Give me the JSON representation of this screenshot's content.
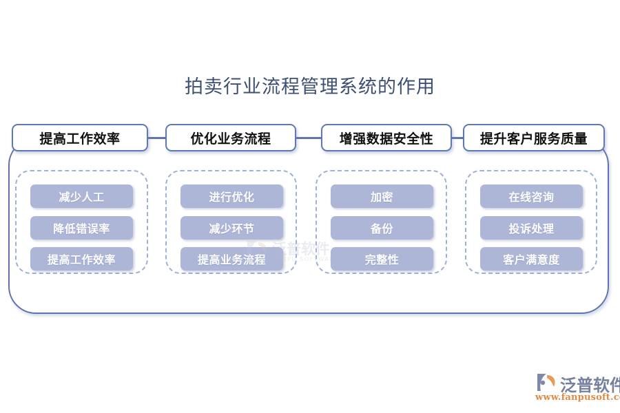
{
  "title": "拍卖行业流程管理系统的作用",
  "columns": [
    {
      "header": "提高工作效率",
      "items": [
        "减少人工",
        "降低错误率",
        "提高工作效率"
      ]
    },
    {
      "header": "优化业务流程",
      "items": [
        "进行优化",
        "减少环节",
        "提高业务流程"
      ]
    },
    {
      "header": "增强数据安全性",
      "items": [
        "加密",
        "备份",
        "完整性"
      ]
    },
    {
      "header": "提升客户服务质量",
      "items": [
        "在线咨询",
        "投诉处理",
        "客户满意度"
      ]
    }
  ],
  "watermark": {
    "text": "泛普软件",
    "subtext": "FANPU SOFTWARE"
  },
  "logo": {
    "name": "泛普软件",
    "url": "www.fanpusoft.com"
  },
  "colors": {
    "title": "#3d4f72",
    "shell_border": "#5f72b0",
    "header_border": "#6077b6",
    "dashed_border": "#9eaedd",
    "pill_fill": "#aeb6d8",
    "pill_text": "#ffffff",
    "logo_blue": "#74809e",
    "logo_orange": "#e08a44",
    "background": "#ffffff"
  }
}
